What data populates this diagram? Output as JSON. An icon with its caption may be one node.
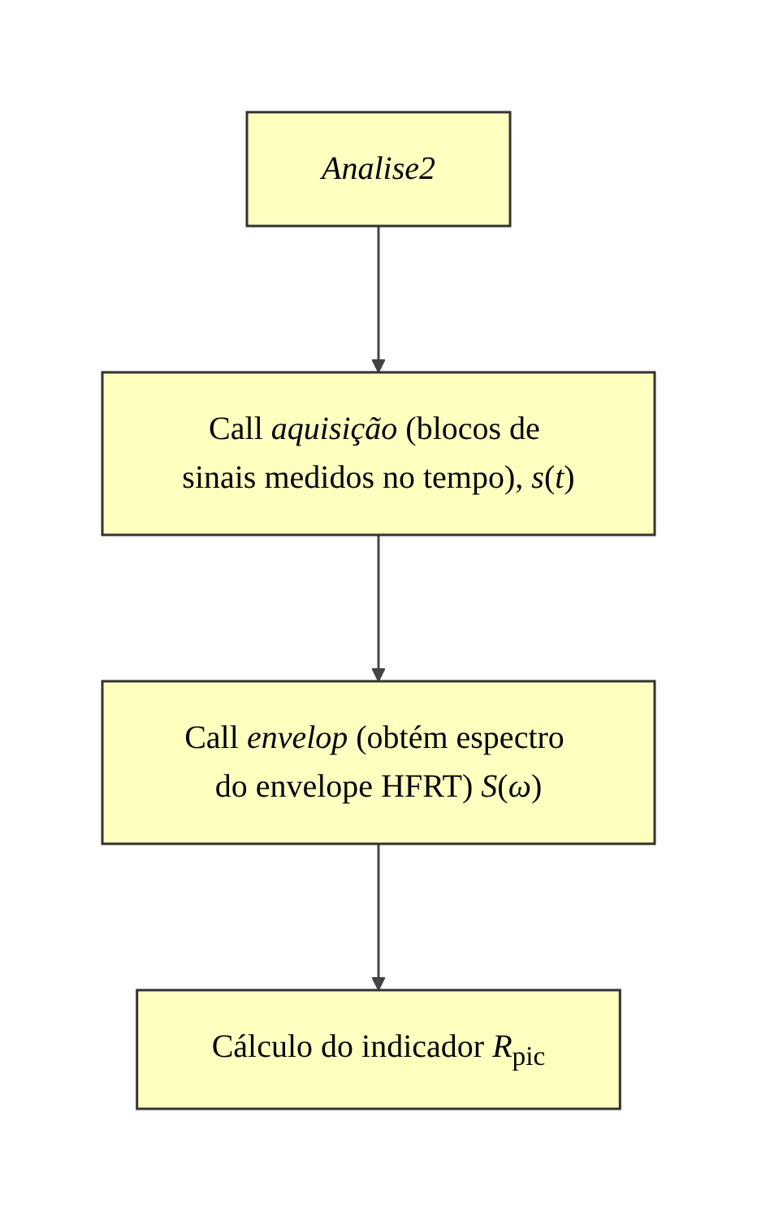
{
  "diagram": {
    "nodes": [
      {
        "text": [
          "Analise2"
        ]
      },
      {
        "text": [
          "Call *aquisição* (blocos de sinais medidos no tempo), *s*(*t*)"
        ]
      },
      {
        "text": [
          "Call *envelop* (obtém espectro do envelope HFRT) *S*(*ω*)"
        ]
      },
      {
        "text": [
          "Cálculo do indicador *R*$_{pic}$"
        ]
      }
    ],
    "edges": [
      {
        "from": 0,
        "to": 1,
        "arrow": "to"
      },
      {
        "from": 1,
        "to": 2,
        "arrow": "to"
      },
      {
        "from": 2,
        "to": 3,
        "arrow": "to"
      }
    ]
  }
}
